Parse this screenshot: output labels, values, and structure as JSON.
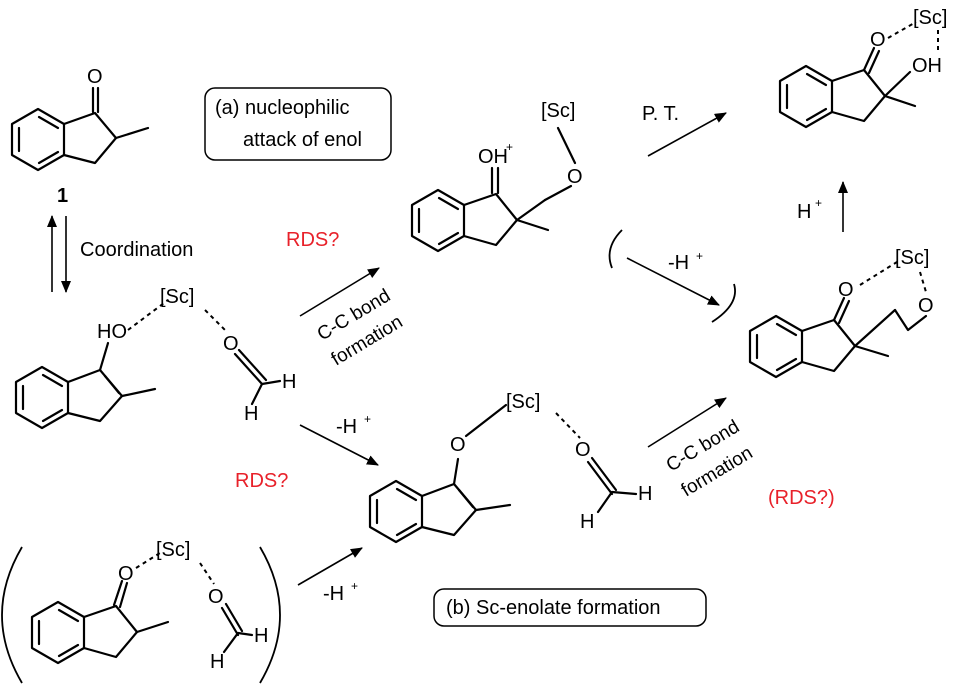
{
  "compound_number": "1",
  "labels": {
    "box_a_line1": "(a) nucleophilic",
    "box_a_line2": "attack of enol",
    "box_b": "(b) Sc-enolate formation",
    "coordination": "Coordination",
    "rds_q1": "RDS?",
    "rds_q2": "RDS?",
    "rds_q3": "(RDS?)",
    "cc_bond": "C-C bond",
    "formation": "formation",
    "pt": "P. T.",
    "minus_h": "-H",
    "h_plus": "H",
    "plus": "+"
  },
  "atoms": {
    "sc": "[Sc]",
    "o": "O",
    "ho": "HO",
    "oh": "OH",
    "h": "H"
  },
  "colors": {
    "rds": "#e8212a",
    "ink": "#000000"
  }
}
